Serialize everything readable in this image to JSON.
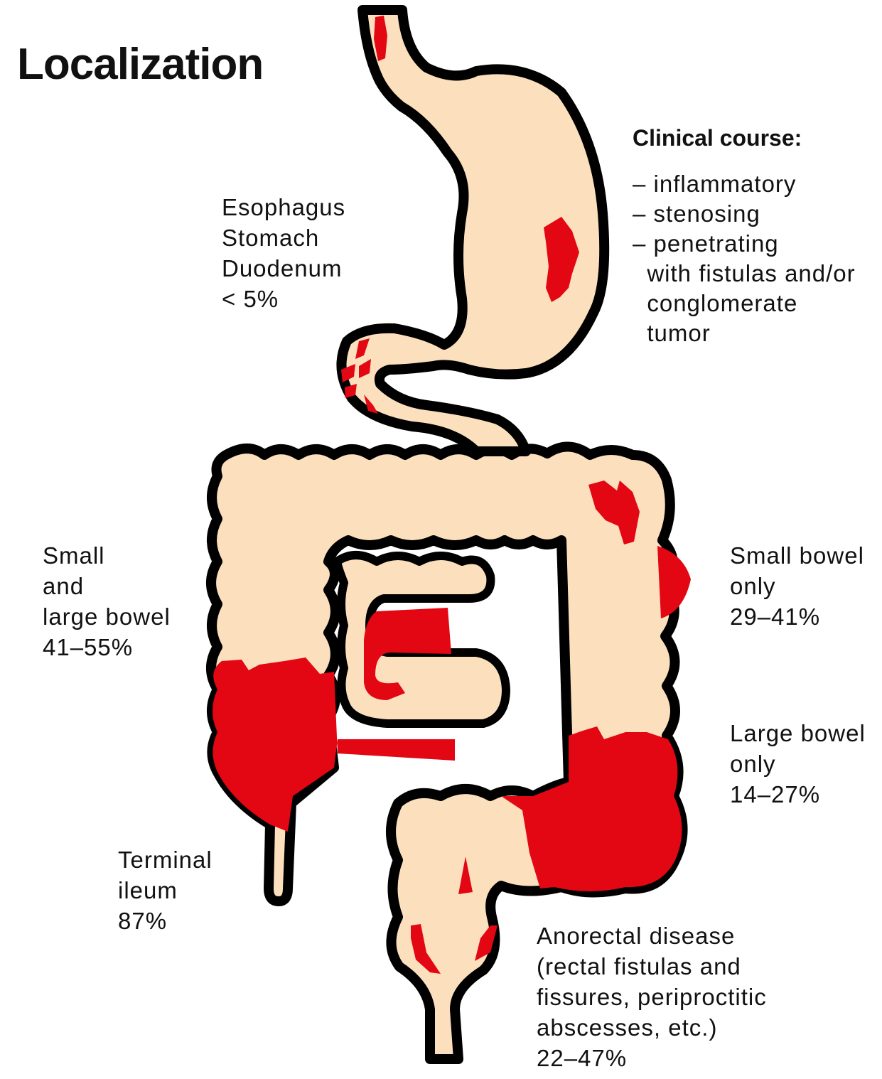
{
  "title": "Localization",
  "colors": {
    "tissue": "#fce0bd",
    "lesion": "#e30613",
    "outline": "#000000",
    "background": "#ffffff"
  },
  "clinical_course": {
    "title": "Clinical course:",
    "items": [
      "inflammatory",
      "stenosing",
      "penetrating"
    ],
    "continuation": [
      "with fistulas and/or",
      "conglomerate",
      "tumor"
    ]
  },
  "labels": {
    "upper_gi": {
      "lines": [
        "Esophagus",
        "Stomach",
        "Duodenum",
        "< 5%"
      ]
    },
    "small_and_large": {
      "lines": [
        "Small",
        "and",
        "large bowel",
        "41–55%"
      ]
    },
    "small_only": {
      "lines": [
        "Small bowel",
        "only",
        "29–41%"
      ]
    },
    "large_only": {
      "lines": [
        "Large bowel",
        "only",
        "14–27%"
      ]
    },
    "terminal_ileum": {
      "lines": [
        "Terminal",
        "ileum",
        "87%"
      ]
    },
    "anorectal": {
      "lines": [
        "Anorectal disease",
        "(rectal fistulas and",
        "fissures, periproctitic",
        "abscesses, etc.)",
        "22–47%"
      ]
    }
  }
}
